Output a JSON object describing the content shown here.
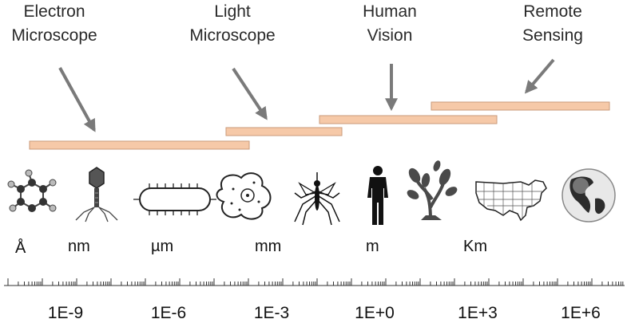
{
  "methods": [
    {
      "label": "Electron\nMicroscope"
    },
    {
      "label": "Light\nMicroscope"
    },
    {
      "label": "Human\nVision"
    },
    {
      "label": "Remote\nSensing"
    }
  ],
  "units": [
    "Å",
    "nm",
    "µm",
    "mm",
    "m",
    "Km"
  ],
  "axis_ticks": [
    "1E-9",
    "1E-6",
    "1E-3",
    "1E+0",
    "1E+3",
    "1E+6"
  ],
  "colors": {
    "range_bar": "#f6c9a8",
    "range_bar_border": "#c99a7a",
    "arrow": "#7a7a7a"
  },
  "icons": [
    "molecule-icon",
    "virus-icon",
    "bacterium-icon",
    "cell-icon",
    "mosquito-icon",
    "human-icon",
    "plant-icon",
    "usa-map-icon",
    "earth-globe-icon"
  ]
}
